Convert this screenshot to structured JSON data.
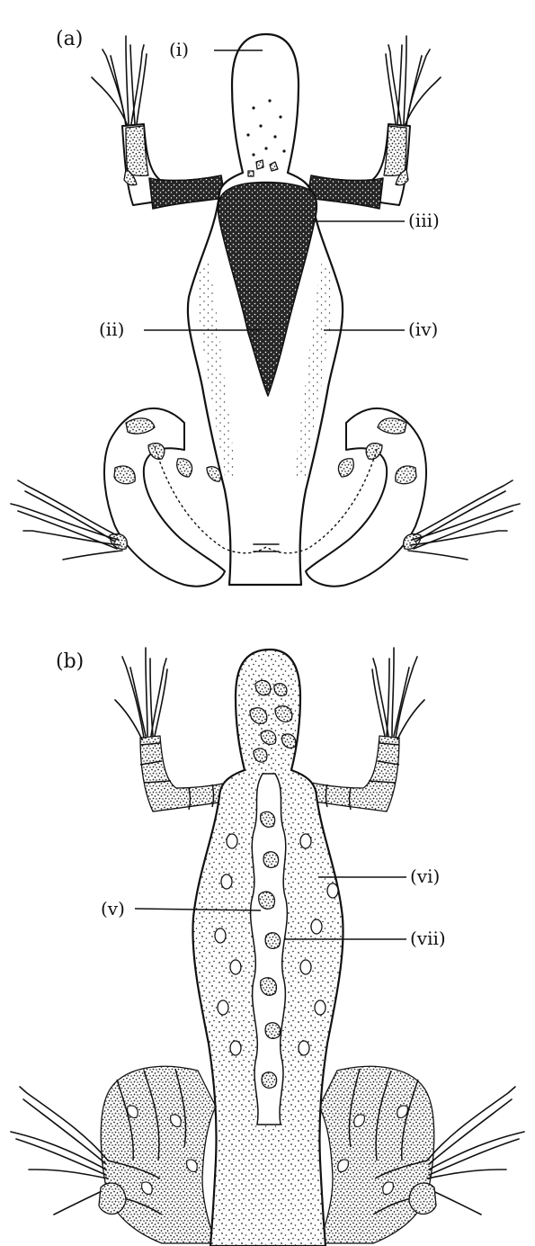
{
  "figure": {
    "panel_a": {
      "panel_label": "(a)",
      "labels": {
        "i": "(i)",
        "ii": "(ii)",
        "iii": "(iii)",
        "iv": "(iv)"
      }
    },
    "panel_b": {
      "panel_label": "(b)",
      "labels": {
        "v": "(v)",
        "vi": "(vi)",
        "vii": "(vii)"
      }
    }
  },
  "colors": {
    "ink": "#111111",
    "paper": "#ffffff"
  }
}
